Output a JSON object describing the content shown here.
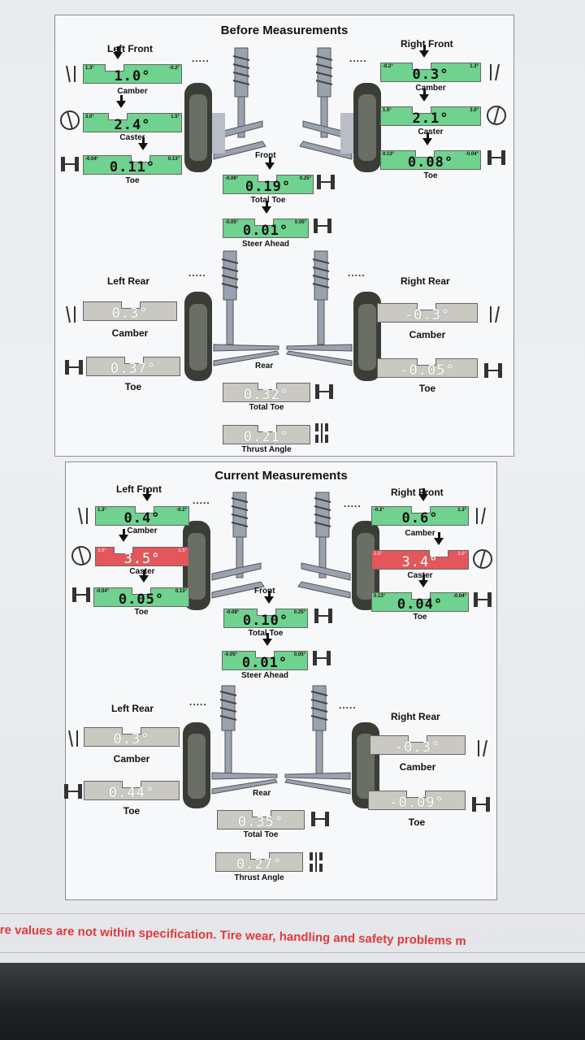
{
  "before": {
    "title": "Before Measurements",
    "left_front": {
      "heading": "Left Front",
      "camber": {
        "label": "Camber",
        "value": "1.0°",
        "min": "1.3°",
        "max": "-0.2°"
      },
      "caster": {
        "label": "Caster",
        "value": "2.4°",
        "min": "3.0°",
        "max": "1.5°"
      },
      "toe": {
        "label": "Toe",
        "value": "0.11°",
        "min": "-0.04°",
        "max": "0.13°"
      }
    },
    "right_front": {
      "heading": "Right Front",
      "camber": {
        "label": "Camber",
        "value": "0.3°",
        "min": "-0.2°",
        "max": "1.3°"
      },
      "caster": {
        "label": "Caster",
        "value": "2.1°",
        "min": "1.5°",
        "max": "3.0°"
      },
      "toe": {
        "label": "Toe",
        "value": "0.08°",
        "min": "0.13°",
        "max": "-0.04°"
      }
    },
    "front": {
      "heading": "Front",
      "total_toe": {
        "label": "Total Toe",
        "value": "0.19°",
        "min": "-0.08°",
        "max": "0.25°"
      },
      "steer_ahead": {
        "label": "Steer Ahead",
        "value": "0.01°",
        "min": "-0.05°",
        "max": "0.05°"
      }
    },
    "left_rear": {
      "heading": "Left Rear",
      "camber": {
        "label": "Camber",
        "value": "0.3°"
      },
      "toe": {
        "label": "Toe",
        "value": "0.37°"
      }
    },
    "right_rear": {
      "heading": "Right Rear",
      "camber": {
        "label": "Camber",
        "value": "-0.3°"
      },
      "toe": {
        "label": "Toe",
        "value": "-0.05°"
      }
    },
    "rear": {
      "heading": "Rear",
      "total_toe": {
        "label": "Total Toe",
        "value": "0.32°"
      },
      "thrust": {
        "label": "Thrust Angle",
        "value": "0.21°"
      }
    }
  },
  "current": {
    "title": "Current Measurements",
    "left_front": {
      "heading": "Left Front",
      "camber": {
        "label": "Camber",
        "value": "0.4°",
        "min": "1.3°",
        "max": "-0.2°"
      },
      "caster": {
        "label": "Caster",
        "value": "3.5°",
        "min": "3.0°",
        "max": "1.5°"
      },
      "toe": {
        "label": "Toe",
        "value": "0.05°",
        "min": "-0.04°",
        "max": "0.13°"
      }
    },
    "right_front": {
      "heading": "Right Front",
      "camber": {
        "label": "Camber",
        "value": "0.6°",
        "min": "-0.2°",
        "max": "1.3°"
      },
      "caster": {
        "label": "Caster",
        "value": "3.4°",
        "min": "1.5°",
        "max": "3.0°"
      },
      "toe": {
        "label": "Toe",
        "value": "0.04°",
        "min": "0.13°",
        "max": "-0.04°"
      }
    },
    "front": {
      "heading": "Front",
      "total_toe": {
        "label": "Total Toe",
        "value": "0.10°",
        "min": "-0.08°",
        "max": "0.25°"
      },
      "steer_ahead": {
        "label": "Steer Ahead",
        "value": "0.01°",
        "min": "-0.05°",
        "max": "0.05°"
      }
    },
    "left_rear": {
      "heading": "Left Rear",
      "camber": {
        "label": "Camber",
        "value": "0.3°"
      },
      "toe": {
        "label": "Toe",
        "value": "0.44°"
      }
    },
    "right_rear": {
      "heading": "Right Rear",
      "camber": {
        "label": "Camber",
        "value": "-0.3°"
      },
      "toe": {
        "label": "Toe",
        "value": "-0.09°"
      }
    },
    "rear": {
      "heading": "Rear",
      "total_toe": {
        "label": "Total Toe",
        "value": "0.35°"
      },
      "thrust": {
        "label": "Thrust Angle",
        "value": "0.27°"
      }
    }
  },
  "separator": ".....",
  "warning": "re values are not within specification.  Tire wear, handling and safety problems m",
  "colors": {
    "in_spec": "#6fd28e",
    "out_of_spec": "#e3575a",
    "rear_no_spec": "#c9c8c1",
    "warning_text": "#e03a3a"
  }
}
